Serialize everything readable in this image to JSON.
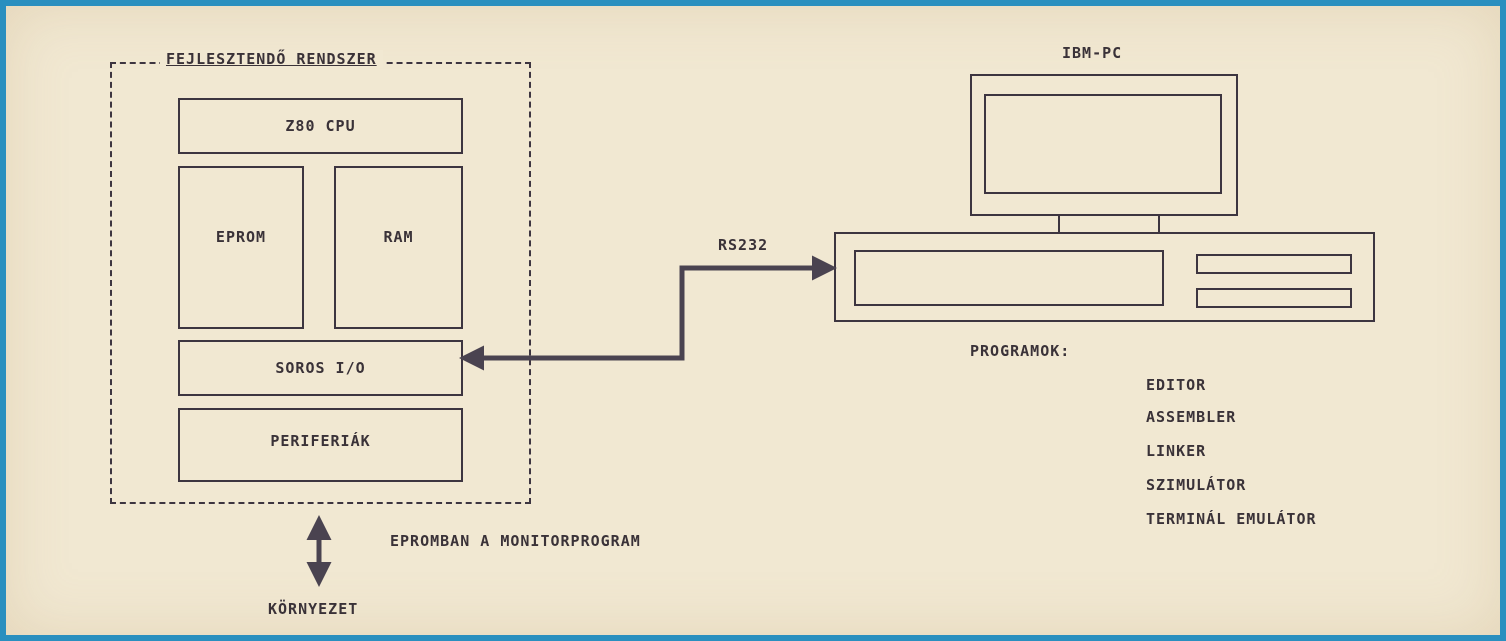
{
  "dev_system": {
    "title": "FEJLESZTENDŐ RENDSZER",
    "cpu": "Z80 CPU",
    "eprom": "EPROM",
    "ram": "RAM",
    "serial": "SOROS I/O",
    "peripherals": "PERIFERIÁK"
  },
  "link_label": "RS232",
  "pc": {
    "title": "IBM-PC",
    "programs_heading": "PROGRAMOK:",
    "programs": [
      "EDITOR",
      "ASSEMBLER",
      "LINKER",
      "SZIMULÁTOR",
      "TERMINÁL EMULÁTOR"
    ]
  },
  "monitor_note": "EPROMBAN A MONITORPROGRAM",
  "environment_label": "KÖRNYEZET",
  "colors": {
    "border": "#2a8fbf",
    "paper": "#f1e8d2",
    "ink": "#3d3540"
  }
}
